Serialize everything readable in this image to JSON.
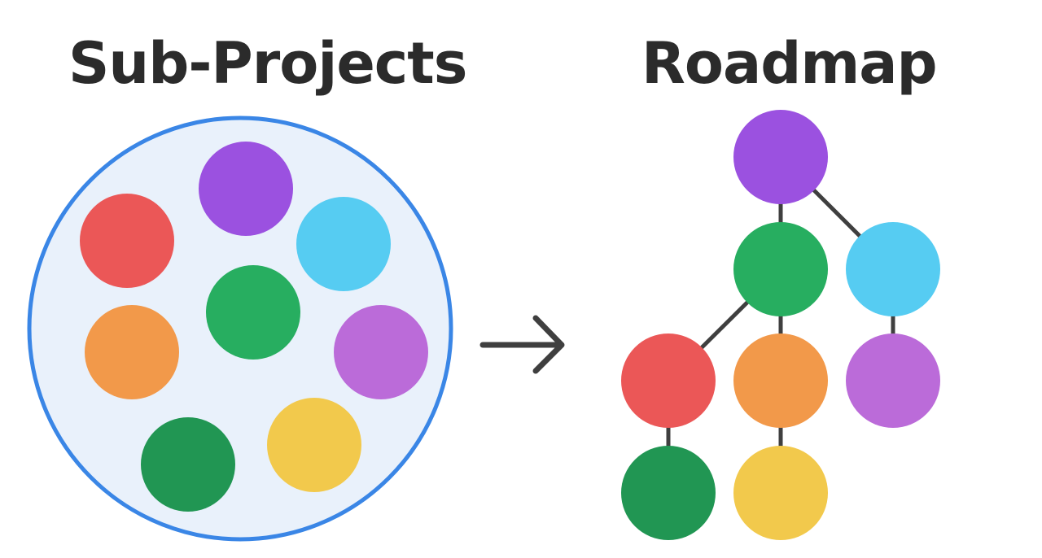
{
  "left_title": "Sub-Projects",
  "right_title": "Roadmap",
  "colors": {
    "title_text": "#2b2b2b",
    "container_fill": "#e9f1fb",
    "container_stroke": "#3a86e6",
    "arrow": "#3f3f3f",
    "connector": "#3f3f3f",
    "purple": "#9b51e0",
    "red": "#eb5757",
    "cyan": "#56ccf2",
    "green": "#27ae60",
    "orange": "#f2994a",
    "lilac": "#bb6bd9",
    "dark_green": "#219653",
    "yellow": "#f2c94c"
  },
  "sub_projects": [
    "purple",
    "red",
    "cyan",
    "green",
    "orange",
    "lilac",
    "dark_green",
    "yellow"
  ],
  "roadmap_nodes": [
    "purple",
    "green",
    "cyan",
    "red",
    "orange",
    "lilac",
    "dark_green",
    "yellow"
  ],
  "roadmap_edges": [
    [
      "purple",
      "green"
    ],
    [
      "purple",
      "cyan"
    ],
    [
      "green",
      "red"
    ],
    [
      "green",
      "orange"
    ],
    [
      "cyan",
      "lilac"
    ],
    [
      "red",
      "dark_green"
    ],
    [
      "orange",
      "yellow"
    ]
  ]
}
